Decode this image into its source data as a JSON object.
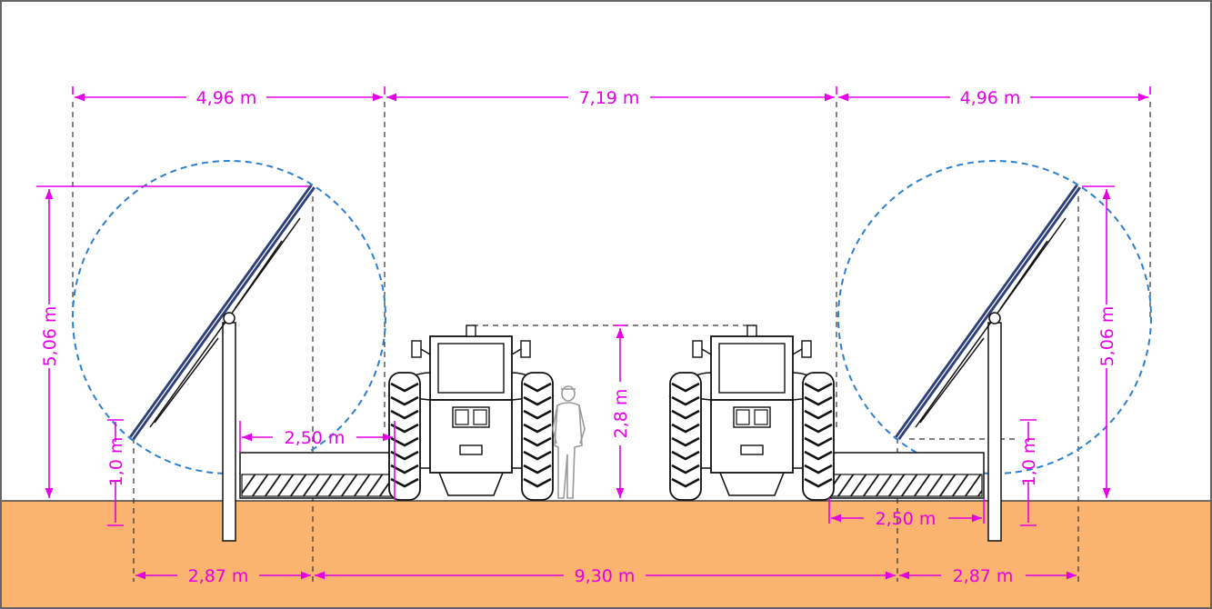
{
  "colors": {
    "dimension": "#e600e6",
    "ground": "#fbb46f",
    "ground_edge": "#444444",
    "arc": "#2d7fd0",
    "panel": "#2f3f78",
    "guide": "#333333",
    "outline": "#111111",
    "person": "#9a9a9a"
  },
  "dimensions": {
    "top_left_width": "4,96 m",
    "top_center_gap": "7,19 m",
    "top_right_width": "4,96 m",
    "left_height": "5,06 m",
    "right_height": "5,06 m",
    "left_clearance": "1,0 m",
    "right_clearance": "1,0 m",
    "left_mower_width": "2,50 m",
    "right_mower_width": "2,50 m",
    "tractor_height": "2,8 m",
    "bottom_left_span": "2,87 m",
    "bottom_center_span": "9,30 m",
    "bottom_right_span": "2,87 m"
  },
  "icons": {
    "left_tractor": "tractor-rear-icon",
    "right_tractor": "tractor-rear-icon",
    "person": "farmer-figure-icon",
    "left_panel": "solar-panel-icon",
    "right_panel": "solar-panel-icon"
  }
}
